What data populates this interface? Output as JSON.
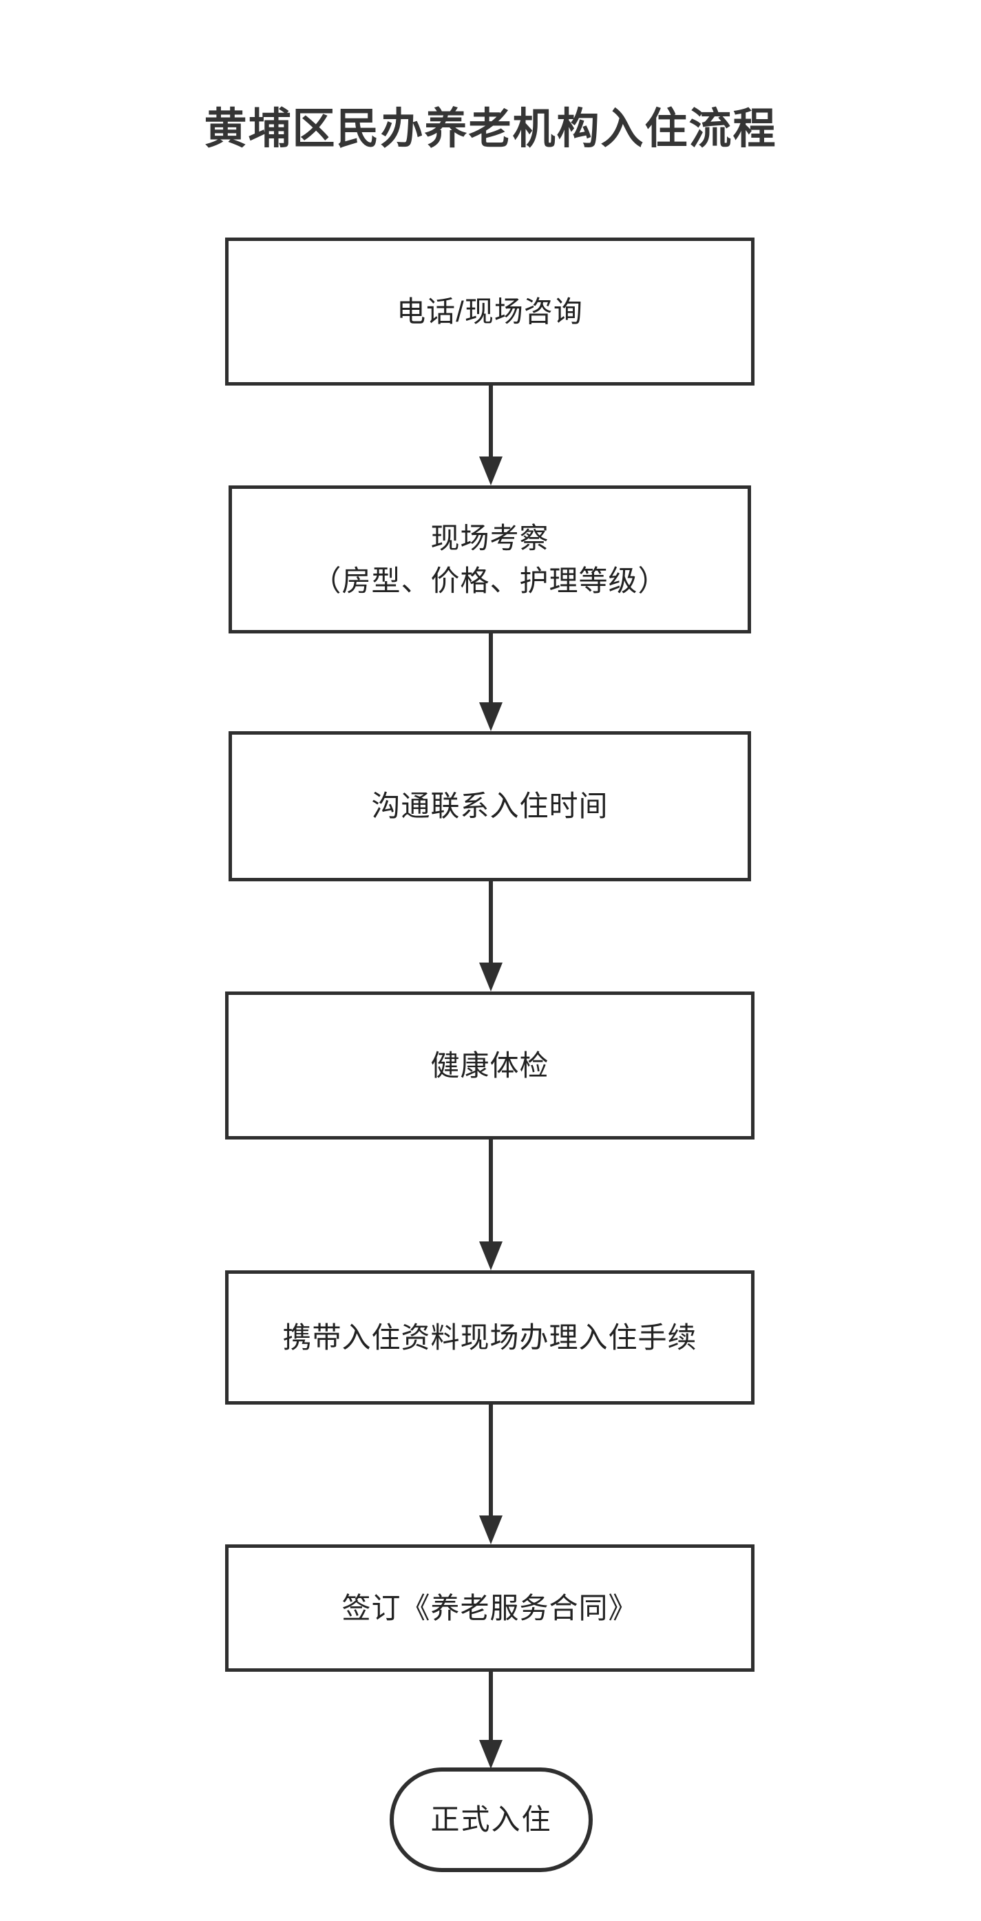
{
  "title": "黄埔区民办养老机构入住流程",
  "colors": {
    "background": "#ffffff",
    "node_border": "#2f2f2f",
    "node_fill": "#ffffff",
    "text": "#222222",
    "title_text": "#353535",
    "connector": "#2f2f2f"
  },
  "chart_data": {
    "type": "flowchart",
    "title": "黄埔区民办养老机构入住流程",
    "orientation": "vertical-top-down",
    "node_count": 7,
    "nodes": [
      {
        "id": "n0",
        "label": "电话/现场咨询",
        "shape": "rectangle",
        "step": 1
      },
      {
        "id": "n1",
        "label": "现场考察\n（房型、价格、护理等级）",
        "shape": "rectangle",
        "step": 2
      },
      {
        "id": "n2",
        "label": "沟通联系入住时间",
        "shape": "rectangle",
        "step": 3
      },
      {
        "id": "n3",
        "label": "健康体检",
        "shape": "rectangle",
        "step": 4
      },
      {
        "id": "n4",
        "label": "携带入住资料现场办理入住手续",
        "shape": "rectangle",
        "step": 5
      },
      {
        "id": "n5",
        "label": "签订《养老服务合同》",
        "shape": "rectangle",
        "step": 6
      },
      {
        "id": "n6",
        "label": "正式入住",
        "shape": "rounded-terminal",
        "step": 7
      }
    ],
    "edges": [
      {
        "from": "n0",
        "to": "n1",
        "label": "",
        "style": "solid-arrow-down"
      },
      {
        "from": "n1",
        "to": "n2",
        "label": "",
        "style": "solid-arrow-down"
      },
      {
        "from": "n2",
        "to": "n3",
        "label": "",
        "style": "solid-arrow-down"
      },
      {
        "from": "n3",
        "to": "n4",
        "label": "",
        "style": "solid-arrow-down"
      },
      {
        "from": "n4",
        "to": "n5",
        "label": "",
        "style": "solid-arrow-down"
      },
      {
        "from": "n5",
        "to": "n6",
        "label": "",
        "style": "solid-arrow-down"
      }
    ]
  }
}
